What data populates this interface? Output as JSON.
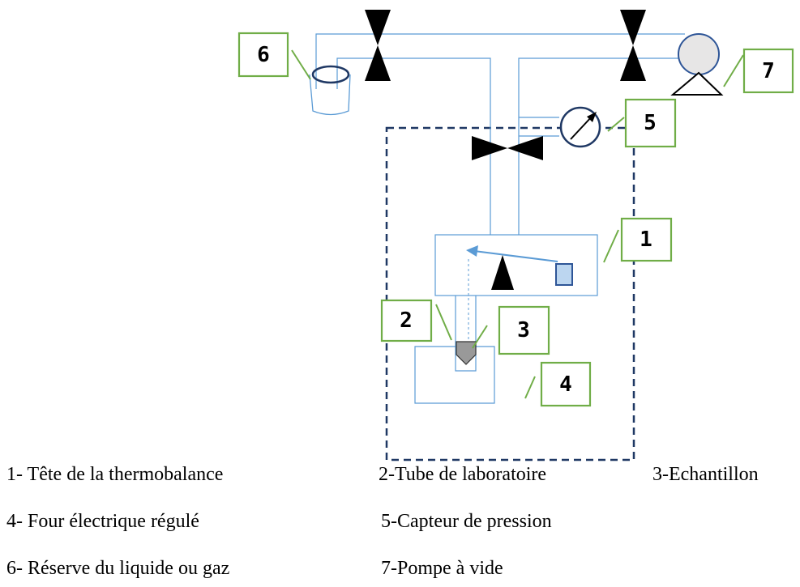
{
  "diagram": {
    "callouts": {
      "one": "1",
      "two": "2",
      "three": "3",
      "four": "4",
      "five": "5",
      "six": "6",
      "seven": "7"
    },
    "colors": {
      "pipe": "#5b9bd5",
      "callout_border": "#70ad47",
      "enclosure": "#1f3864",
      "gauge": "#1f3864",
      "valve": "#000000",
      "crucible": "#999999",
      "sample": "#9dc3e6"
    }
  },
  "legend": {
    "item1": "1-   Tête de la thermobalance",
    "item2": "2-Tube de laboratoire",
    "item3": "3-Echantillon",
    "item4": "4- Four électrique régulé",
    "item5": "5-Capteur de pression",
    "item6": "6- Réserve du liquide ou gaz",
    "item7": "7-Pompe à vide"
  }
}
